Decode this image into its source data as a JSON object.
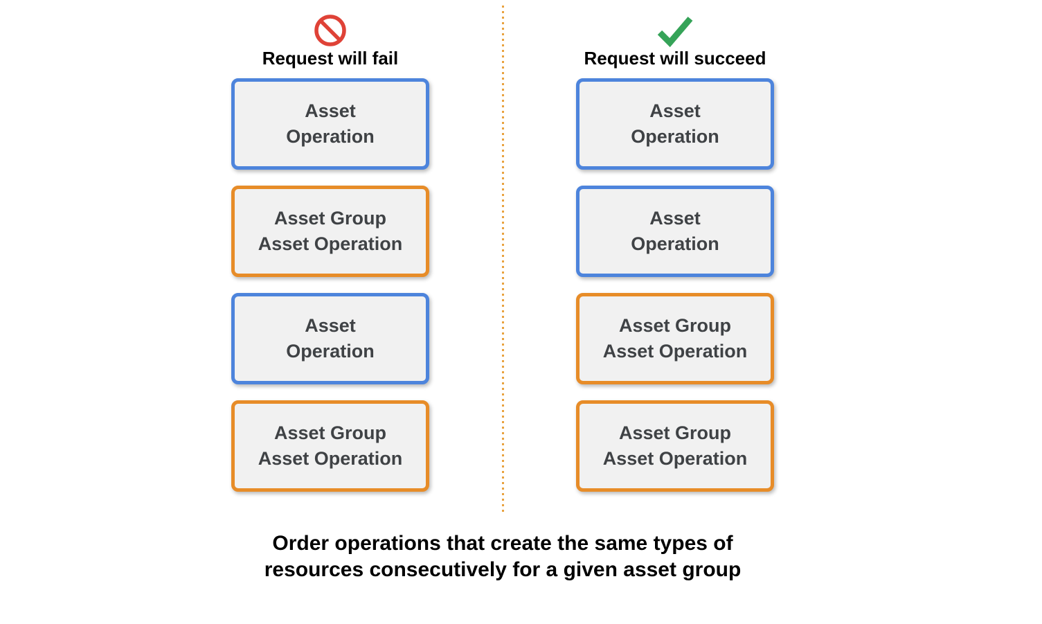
{
  "diagram": {
    "fail_column": {
      "title": "Request will fail",
      "icon": "prohibition-icon",
      "boxes": [
        {
          "label": "Asset\nOperation",
          "kind": "asset"
        },
        {
          "label": "Asset Group\nAsset Operation",
          "kind": "asset-group"
        },
        {
          "label": "Asset\nOperation",
          "kind": "asset"
        },
        {
          "label": "Asset Group\nAsset Operation",
          "kind": "asset-group"
        }
      ]
    },
    "succeed_column": {
      "title": "Request will succeed",
      "icon": "check-icon",
      "boxes": [
        {
          "label": "Asset\nOperation",
          "kind": "asset"
        },
        {
          "label": "Asset\nOperation",
          "kind": "asset"
        },
        {
          "label": "Asset Group\nAsset Operation",
          "kind": "asset-group"
        },
        {
          "label": "Asset Group\nAsset Operation",
          "kind": "asset-group"
        }
      ]
    },
    "caption_lines": [
      "Order operations that create the same types of",
      "resources consecutively for a given asset group"
    ],
    "colors": {
      "asset_operation_border": "#4D84DC",
      "asset_group_operation_border": "#E78C28",
      "box_fill": "#F1F1F1",
      "box_text": "#3F4245",
      "fail_icon": "#DF4237",
      "succeed_icon": "#35A358",
      "divider_dots": "#E9A23F",
      "heading_text": "#000000"
    }
  }
}
